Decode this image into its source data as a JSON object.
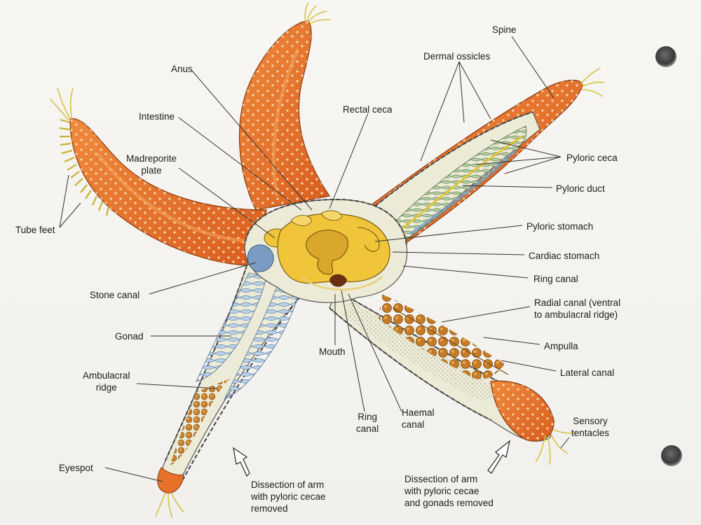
{
  "diagram": {
    "labels": {
      "spine": "Spine",
      "dermal_ossicles": "Dermal ossicles",
      "anus": "Anus",
      "intestine": "Intestine",
      "rectal_ceca": "Rectal ceca",
      "madreporite": "Madreporite\nplate",
      "pyloric_ceca": "Pyloric ceca",
      "pyloric_duct": "Pyloric duct",
      "pyloric_stomach": "Pyloric stomach",
      "cardiac_stomach": "Cardiac stomach",
      "ring_canal_right": "Ring canal",
      "radial_canal": "Radial canal (ventral\nto ambulacral ridge)",
      "ampulla": "Ampulla",
      "lateral_canal": "Lateral canal",
      "sensory_tentacles": "Sensory\ntentacles",
      "tube_feet": "Tube feet",
      "stone_canal": "Stone canal",
      "gonad": "Gonad",
      "ambulacral_ridge": "Ambulacral\nridge",
      "mouth": "Mouth",
      "ring_canal_bottom": "Ring\ncanal",
      "haemal_canal": "Haemal\ncanal",
      "eyespot": "Eyespot",
      "dissection_left": "Dissection of arm\nwith pyloric cecae\nremoved",
      "dissection_right": "Dissection of arm\nwith pyloric cecae\nand gonads removed"
    },
    "colors": {
      "arm": "#e8712a",
      "arm_dark": "#c9551c",
      "digestive": "#f0c53a",
      "gonad": "#a9c7e3",
      "ceca": "#a9c79a",
      "ampulla": "#c9822a",
      "body_wall": "#e9e9d6"
    }
  }
}
